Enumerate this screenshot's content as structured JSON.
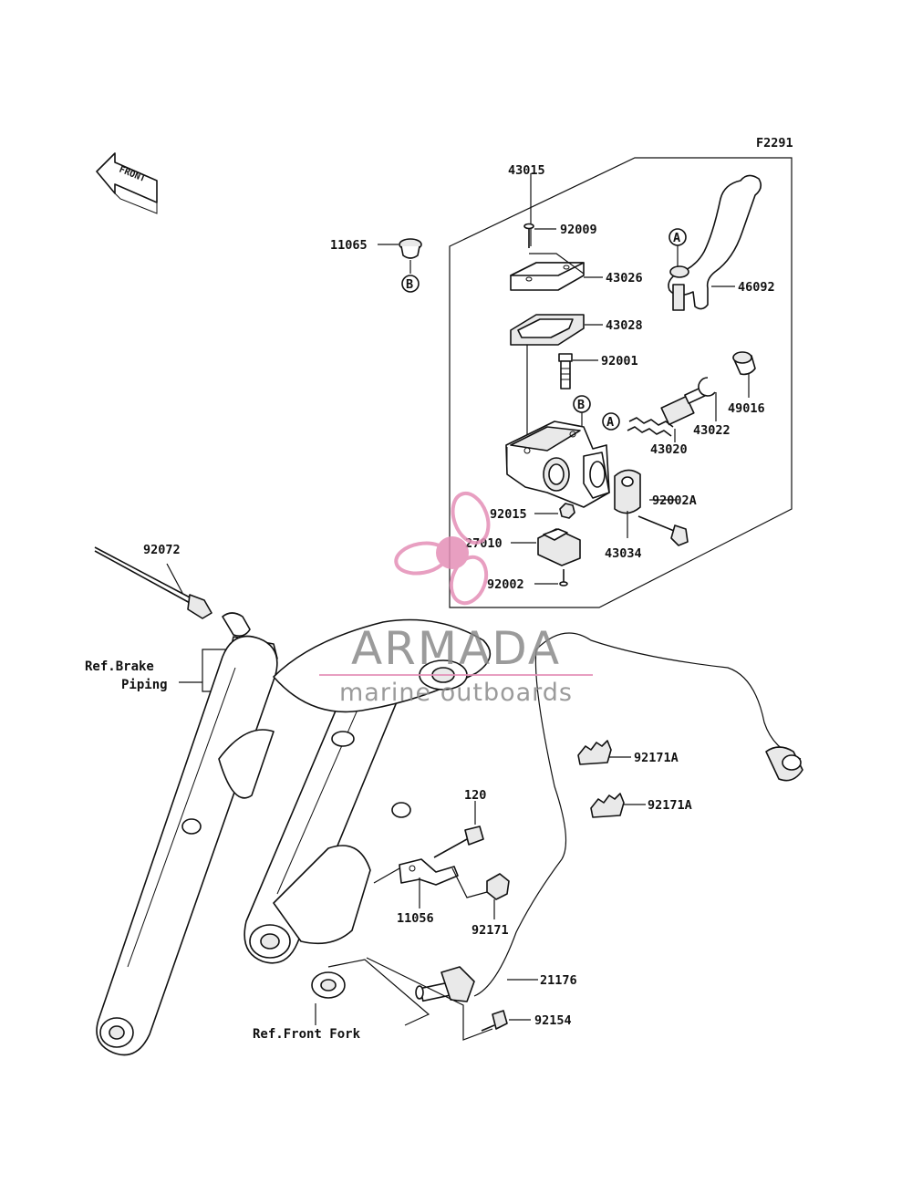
{
  "figure_code": "F2291",
  "front_arrow": {
    "text": "FRONT",
    "icon": "front-arrow-icon"
  },
  "callouts": {
    "p43015": "43015",
    "p92009": "92009",
    "p43026": "43026",
    "p43028": "43028",
    "p92001": "92001",
    "p46092": "46092",
    "p49016": "49016",
    "p43022": "43022",
    "p43020": "43020",
    "p92002A": "92002A",
    "p43034": "43034",
    "p92015": "92015",
    "p27010": "27010",
    "p92002": "92002",
    "p11065": "11065",
    "p92072": "92072",
    "p92171A_1": "92171A",
    "p92171A_2": "92171A",
    "p120": "120",
    "p11056": "11056",
    "p92171": "92171",
    "p21176": "21176",
    "p92154": "92154"
  },
  "markers": {
    "a1": "A",
    "a2": "A",
    "b1": "B",
    "b2": "B"
  },
  "references": {
    "brake_piping_line1": "Ref.Brake",
    "brake_piping_line2": "Piping",
    "front_fork": "Ref.Front Fork"
  },
  "watermark": {
    "brand": "ARMADA",
    "tagline": "marine outboards",
    "color_pink": "#e48fb7",
    "color_gray": "#8a8a8a",
    "icon": "propeller-logo-icon"
  }
}
